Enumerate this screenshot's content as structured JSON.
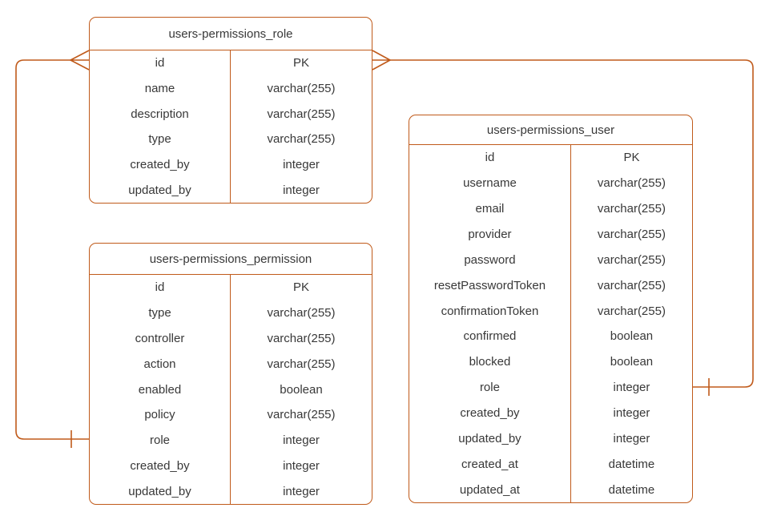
{
  "diagram": {
    "background": "#ffffff",
    "stroke_color": "#C05A1A",
    "text_color": "#383838",
    "tables": [
      {
        "title": "users-permissions_role",
        "fields": [
          {
            "name": "id",
            "type": "PK"
          },
          {
            "name": "name",
            "type": "varchar(255)"
          },
          {
            "name": "description",
            "type": "varchar(255)"
          },
          {
            "name": "type",
            "type": "varchar(255)"
          },
          {
            "name": "created_by",
            "type": "integer"
          },
          {
            "name": "updated_by",
            "type": "integer"
          }
        ]
      },
      {
        "title": "users-permissions_permission",
        "fields": [
          {
            "name": "id",
            "type": "PK"
          },
          {
            "name": "type",
            "type": "varchar(255)"
          },
          {
            "name": "controller",
            "type": "varchar(255)"
          },
          {
            "name": "action",
            "type": "varchar(255)"
          },
          {
            "name": "enabled",
            "type": "boolean"
          },
          {
            "name": "policy",
            "type": "varchar(255)"
          },
          {
            "name": "role",
            "type": "integer"
          },
          {
            "name": "created_by",
            "type": "integer"
          },
          {
            "name": "updated_by",
            "type": "integer"
          }
        ]
      },
      {
        "title": "users-permissions_user",
        "fields": [
          {
            "name": "id",
            "type": "PK"
          },
          {
            "name": "username",
            "type": "varchar(255)"
          },
          {
            "name": "email",
            "type": "varchar(255)"
          },
          {
            "name": "provider",
            "type": "varchar(255)"
          },
          {
            "name": "password",
            "type": "varchar(255)"
          },
          {
            "name": "resetPasswordToken",
            "type": "varchar(255)"
          },
          {
            "name": "confirmationToken",
            "type": "varchar(255)"
          },
          {
            "name": "confirmed",
            "type": "boolean"
          },
          {
            "name": "blocked",
            "type": "boolean"
          },
          {
            "name": "role",
            "type": "integer"
          },
          {
            "name": "created_by",
            "type": "integer"
          },
          {
            "name": "updated_by",
            "type": "integer"
          },
          {
            "name": "created_at",
            "type": "datetime"
          },
          {
            "name": "updated_at",
            "type": "datetime"
          }
        ]
      }
    ],
    "relationships": [
      {
        "from_table": "users-permissions_role",
        "from_field": "id",
        "from_cardinality_symbol": "many-crowsfoot",
        "to_table": "users-permissions_permission",
        "to_field": "role",
        "to_cardinality_symbol": "one-tick"
      },
      {
        "from_table": "users-permissions_role",
        "from_field": "id",
        "from_cardinality_symbol": "many-crowsfoot",
        "to_table": "users-permissions_user",
        "to_field": "role",
        "to_cardinality_symbol": "one-tick"
      }
    ]
  }
}
